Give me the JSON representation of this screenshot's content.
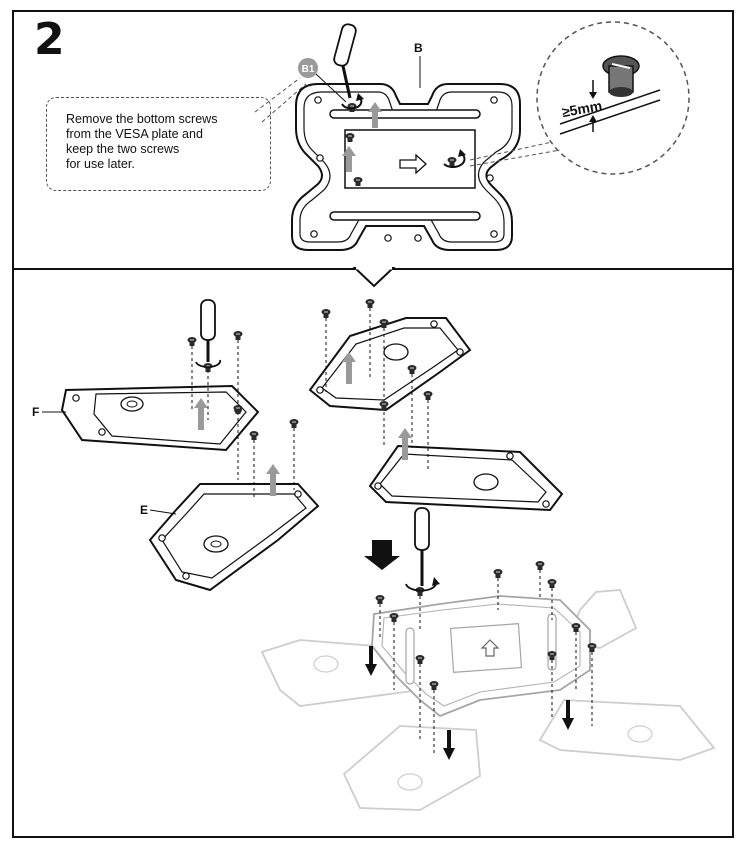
{
  "step": {
    "number": "2",
    "instruction": "Remove the bottom screws\nfrom the VESA plate and\nkeep the two screws\nfor use later."
  },
  "labels": {
    "plate": "B",
    "screw_ref": "B1",
    "bracket_f": "F",
    "bracket_e": "E"
  },
  "detail": {
    "measurement": "≥5mm"
  },
  "icons": [
    "screwdriver-icon",
    "screw-icon",
    "rotate-arrow-icon",
    "direction-arrow-icon",
    "down-arrow-icon"
  ],
  "colors": {
    "line": "#111111",
    "callout_border": "#555555",
    "highlight_grey": "#9a9a9a",
    "screw_dark": "#2a2a2a",
    "faded": "#bdbdbd"
  }
}
